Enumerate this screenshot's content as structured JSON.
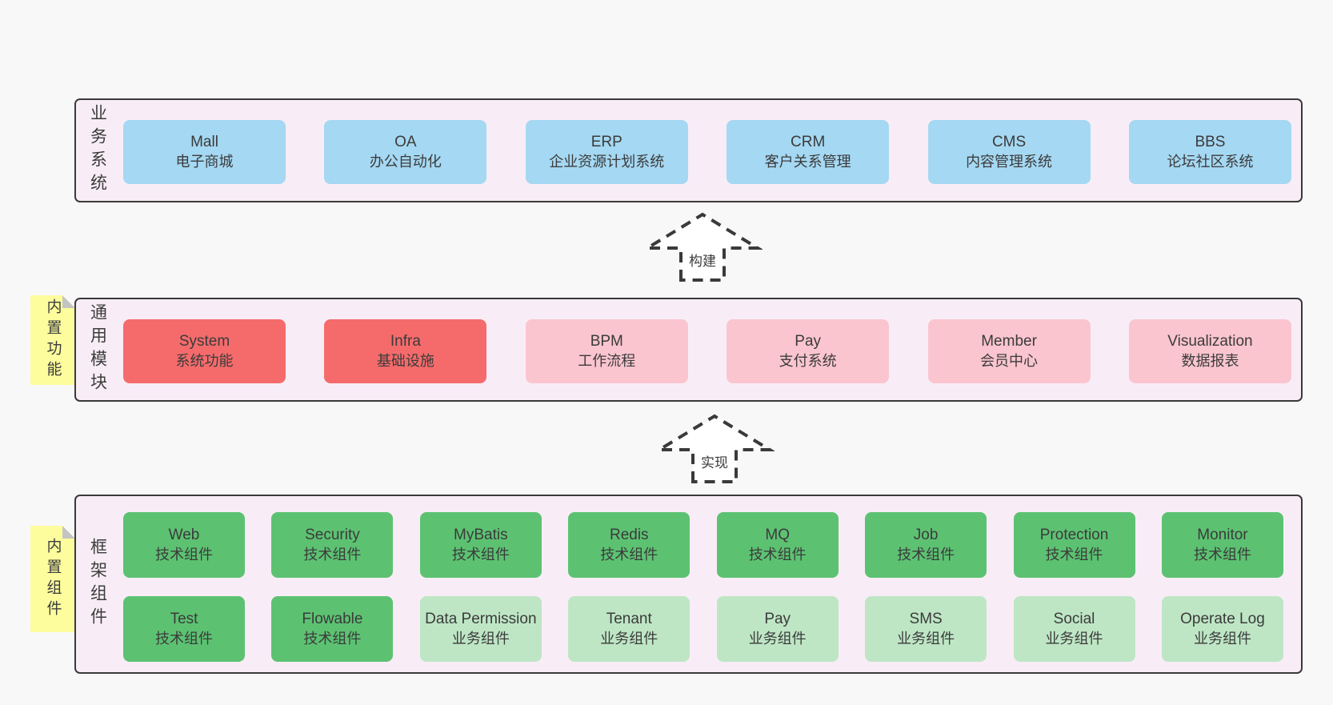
{
  "colors": {
    "blue": "#a5d8f2",
    "red": "#f56b6b",
    "pink": "#fac5cf",
    "green_dark": "#5cc272",
    "green_light": "#bee6c5",
    "panel": "#f8edf6",
    "note_yellow": "#fdfd9e",
    "border": "#3a3a3a"
  },
  "arrows": {
    "build": "构建",
    "implement": "实现"
  },
  "layers": {
    "business": {
      "label": "业务系统",
      "boxes": [
        {
          "title": "Mall",
          "subtitle": "电子商城"
        },
        {
          "title": "OA",
          "subtitle": "办公自动化"
        },
        {
          "title": "ERP",
          "subtitle": "企业资源计划系统"
        },
        {
          "title": "CRM",
          "subtitle": "客户关系管理"
        },
        {
          "title": "CMS",
          "subtitle": "内容管理系统"
        },
        {
          "title": "BBS",
          "subtitle": "论坛社区系统"
        }
      ]
    },
    "modules": {
      "label": "通用模块",
      "note": "内置功能",
      "boxes": [
        {
          "title": "System",
          "subtitle": "系统功能"
        },
        {
          "title": "Infra",
          "subtitle": "基础设施"
        },
        {
          "title": "BPM",
          "subtitle": "工作流程"
        },
        {
          "title": "Pay",
          "subtitle": "支付系统"
        },
        {
          "title": "Member",
          "subtitle": "会员中心"
        },
        {
          "title": "Visualization",
          "subtitle": "数据报表"
        }
      ]
    },
    "components": {
      "label": "框架组件",
      "note": "内置组件",
      "row1": [
        {
          "title": "Web",
          "subtitle": "技术组件"
        },
        {
          "title": "Security",
          "subtitle": "技术组件"
        },
        {
          "title": "MyBatis",
          "subtitle": "技术组件"
        },
        {
          "title": "Redis",
          "subtitle": "技术组件"
        },
        {
          "title": "MQ",
          "subtitle": "技术组件"
        },
        {
          "title": "Job",
          "subtitle": "技术组件"
        },
        {
          "title": "Protection",
          "subtitle": "技术组件"
        },
        {
          "title": "Monitor",
          "subtitle": "技术组件"
        }
      ],
      "row2": [
        {
          "title": "Test",
          "subtitle": "技术组件"
        },
        {
          "title": "Flowable",
          "subtitle": "技术组件"
        },
        {
          "title": "Data Permission",
          "subtitle": "业务组件"
        },
        {
          "title": "Tenant",
          "subtitle": "业务组件"
        },
        {
          "title": "Pay",
          "subtitle": "业务组件"
        },
        {
          "title": "SMS",
          "subtitle": "业务组件"
        },
        {
          "title": "Social",
          "subtitle": "业务组件"
        },
        {
          "title": "Operate Log",
          "subtitle": "业务组件"
        }
      ]
    }
  }
}
